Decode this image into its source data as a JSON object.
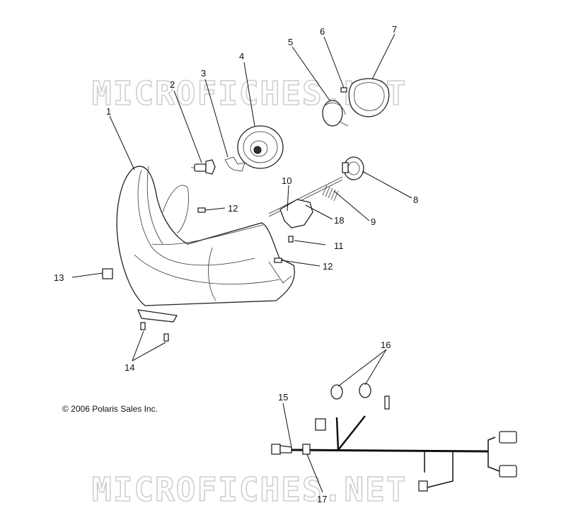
{
  "watermark": "MICROFICHES.NET",
  "copyright": "© 2006 Polaris Sales Inc.",
  "callouts": {
    "c1": "1",
    "c2": "2",
    "c3": "3",
    "c4": "4",
    "c5": "5",
    "c6": "6",
    "c7": "7",
    "c8": "8",
    "c9": "9",
    "c10": "10",
    "c11": "11",
    "c12a": "12",
    "c12b": "12",
    "c13": "13",
    "c14": "14",
    "c15": "15",
    "c16": "16",
    "c17": "17",
    "c18": "18"
  }
}
